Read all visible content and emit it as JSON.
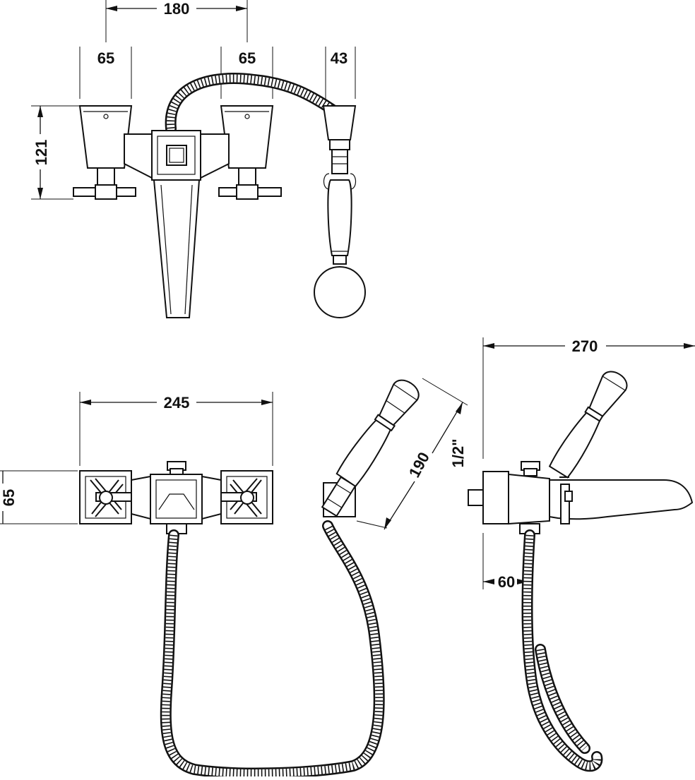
{
  "top_view": {
    "dim_total_width": "180",
    "dim_handle_left": "65",
    "dim_handle_right": "65",
    "dim_shower_holder": "43",
    "dim_height": "121"
  },
  "front_view": {
    "dim_width": "245",
    "dim_height": "65"
  },
  "handshower_view": {
    "dim_length": "190"
  },
  "side_view": {
    "dim_thread": "1/2\"",
    "dim_depth": "270",
    "dim_wall_offset": "60"
  }
}
